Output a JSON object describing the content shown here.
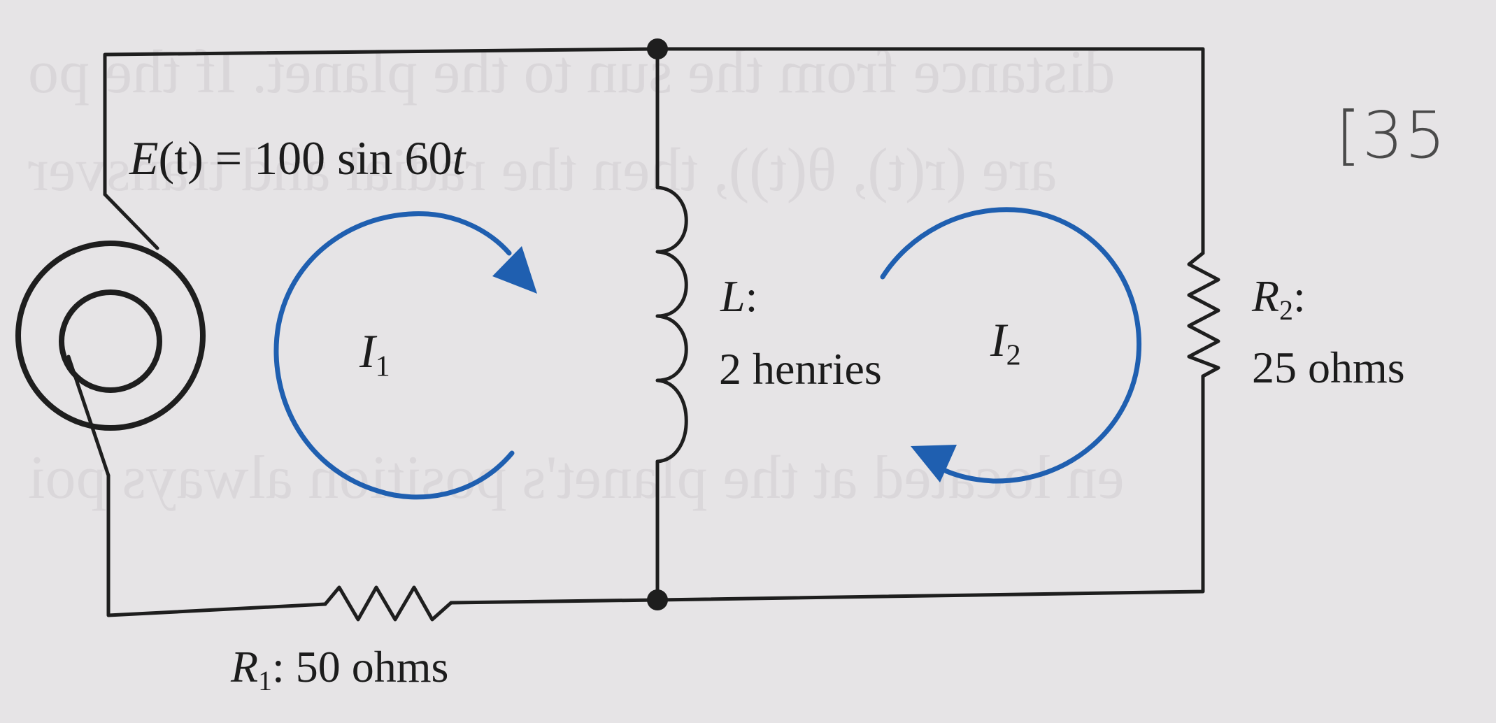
{
  "source": {
    "name": "E",
    "arg": "(t)",
    "expr": "= 100 sin 60",
    "var": "t"
  },
  "inductor": {
    "name": "L",
    "colon": ":",
    "value": "2 henries"
  },
  "resistor1": {
    "name": "R",
    "sub": "1",
    "rest": ": 50 ohms"
  },
  "resistor2": {
    "name": "R",
    "sub": "2",
    "colon": ":",
    "value": "25 ohms"
  },
  "loop1": {
    "name": "I",
    "sub": "1"
  },
  "loop2": {
    "name": "I",
    "sub": "2"
  },
  "handwritten_note": "[35",
  "colors": {
    "loop_arrow": "#1f5fb0",
    "wire": "#1e1e1e",
    "paper": "#e6e4e6"
  }
}
